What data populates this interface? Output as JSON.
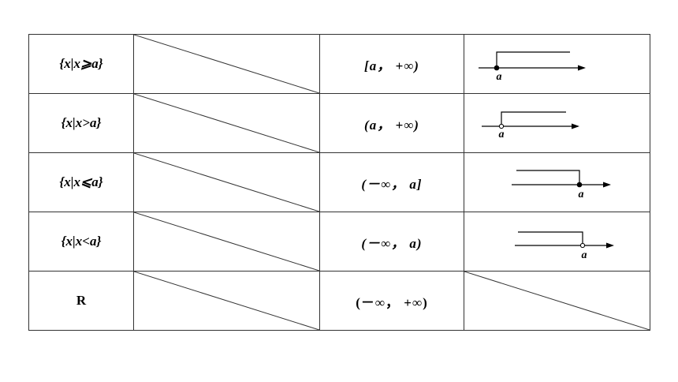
{
  "rows": [
    {
      "set": "{x|x⩾a}",
      "interval": "[a， +∞)",
      "number_line": {
        "direction": "right",
        "endpoint": "closed",
        "point_label": "a"
      }
    },
    {
      "set": "{x|x>a}",
      "interval": "(a， +∞)",
      "number_line": {
        "direction": "right",
        "endpoint": "open",
        "point_label": "a"
      }
    },
    {
      "set": "{x|x⩽a}",
      "interval": "(－∞， a]",
      "number_line": {
        "direction": "left",
        "endpoint": "closed",
        "point_label": "a"
      }
    },
    {
      "set": "{x|x<a}",
      "interval": "(－∞， a)",
      "number_line": {
        "direction": "left",
        "endpoint": "open",
        "point_label": "a"
      }
    },
    {
      "set": "R",
      "interval": "(－∞， +∞)",
      "number_line": null
    }
  ]
}
